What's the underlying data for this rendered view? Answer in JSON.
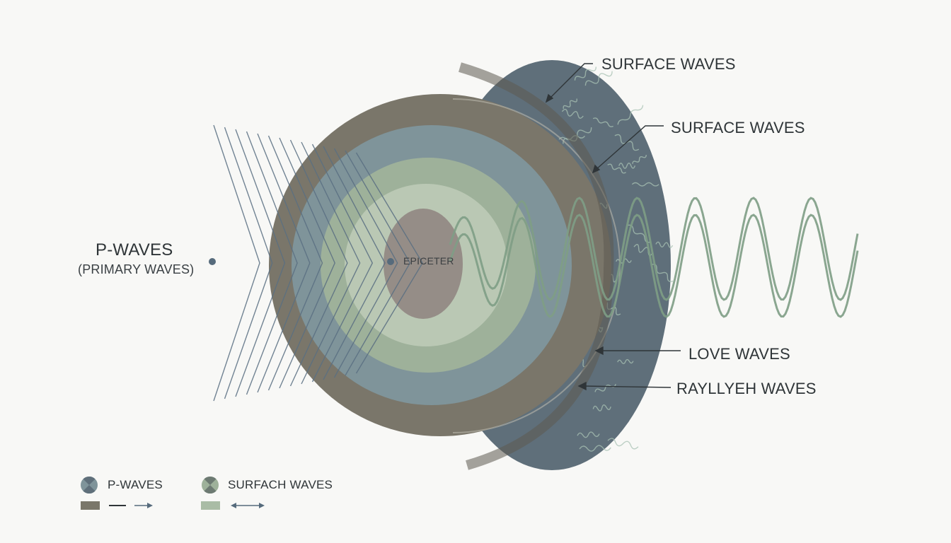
{
  "labels": {
    "p_waves_title": "P-WAVES",
    "p_waves_sub": "(PRIMARY WAVES)",
    "epicenter": "EPICETER",
    "surface_waves_1": "SURFACE WAVES",
    "surface_waves_2": "SURFACE WAVES",
    "love_waves": "LOVE WAVES",
    "rayleigh_waves": "RAYLLYEH WAVES"
  },
  "legend": {
    "items": [
      {
        "label": "P-WAVES",
        "swatch_color": "#7a776a",
        "arrow": "one-way"
      },
      {
        "label": "SURFACH WAVES",
        "swatch_color": "#a9bca5",
        "arrow": "two-way"
      }
    ]
  },
  "colors": {
    "background": "#f8f8f6",
    "outer_shell": "#7a766a",
    "shell_side": "#5e6e78",
    "mantle": "#7f949a",
    "middle_layer": "#9eb19a",
    "inner_layer": "#bac8b4",
    "core": "#958d87",
    "p_wave_lines": "#5a6f82",
    "surface_wave_lines": "#7f9e86",
    "dot": "#566b7c"
  }
}
